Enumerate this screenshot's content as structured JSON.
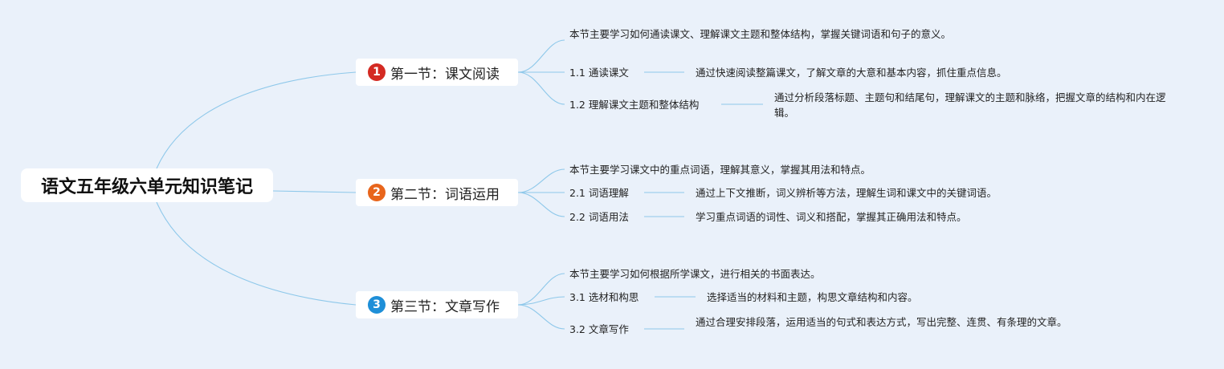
{
  "root": {
    "title": "语文五年级六单元知识笔记"
  },
  "sections": [
    {
      "number": "1",
      "badge_color": "#d42a22",
      "title": "第一节：课文阅读",
      "summary": "本节主要学习如何通读课文、理解课文主题和整体结构，掌握关键词语和句子的意义。",
      "items": [
        {
          "label": "1.1 通读课文",
          "detail": "通过快速阅读整篇课文，了解文章的大意和基本内容，抓住重点信息。"
        },
        {
          "label": "1.2 理解课文主题和整体结构",
          "detail": "通过分析段落标题、主题句和结尾句，理解课文的主题和脉络，把握文章的结构和内在逻辑。"
        }
      ]
    },
    {
      "number": "2",
      "badge_color": "#e8651b",
      "title": "第二节：词语运用",
      "summary": "本节主要学习课文中的重点词语，理解其意义，掌握其用法和特点。",
      "items": [
        {
          "label": "2.1 词语理解",
          "detail": "通过上下文推断，词义辨析等方法，理解生词和课文中的关键词语。"
        },
        {
          "label": "2.2 词语用法",
          "detail": "学习重点词语的词性、词义和搭配，掌握其正确用法和特点。"
        }
      ]
    },
    {
      "number": "3",
      "badge_color": "#1e8fd8",
      "title": "第三节：文章写作",
      "summary": "本节主要学习如何根据所学课文，进行相关的书面表达。",
      "items": [
        {
          "label": "3.1 选材和构思",
          "detail": "选择适当的材料和主题，构思文章结构和内容。"
        },
        {
          "label": "3.2 文章写作",
          "detail": "通过合理安排段落，运用适当的句式和表达方式，写出完整、连贯、有条理的文章。"
        }
      ]
    }
  ]
}
